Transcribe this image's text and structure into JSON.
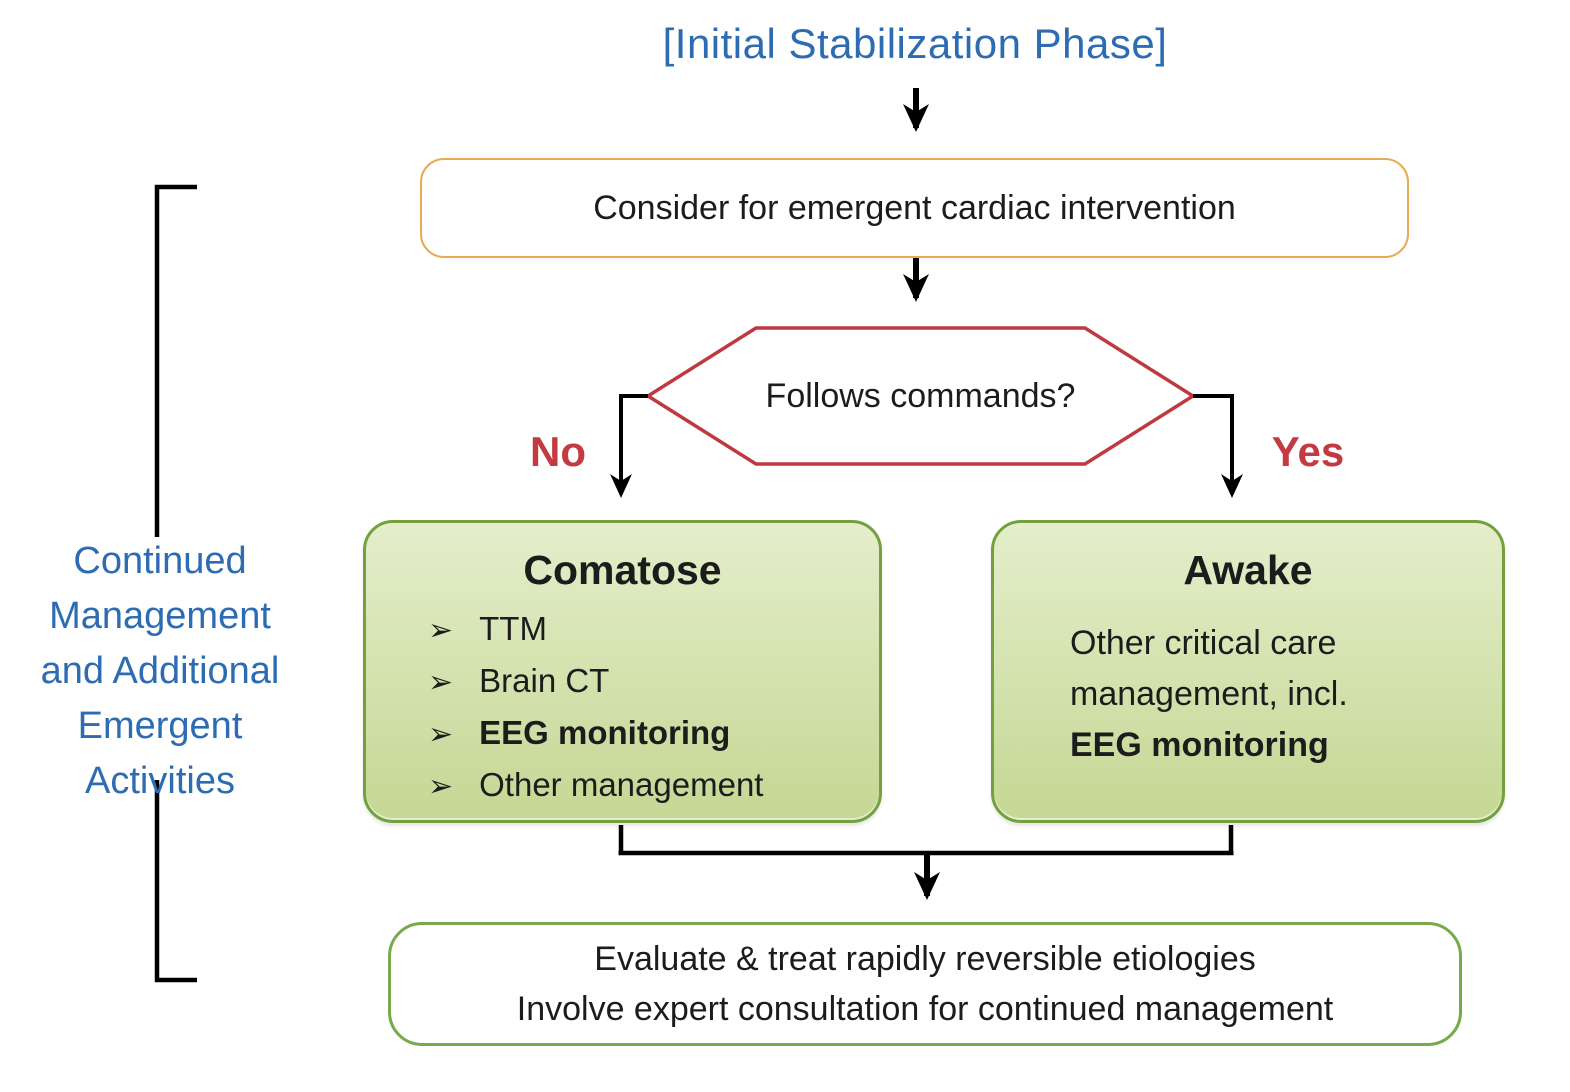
{
  "diagram": {
    "title": "[Initial Stabilization Phase]",
    "side_label": {
      "lines": [
        "Continued",
        "Management",
        "and Additional",
        "Emergent",
        "Activities"
      ]
    },
    "consider_box_label": "Consider for emergent cardiac intervention",
    "decision_label": "Follows commands?",
    "branch_no": "No",
    "branch_yes": "Yes",
    "comatose_box": {
      "title": "Comatose",
      "bullet": "➢",
      "items": [
        {
          "text": "TTM"
        },
        {
          "text": "Brain CT"
        },
        {
          "text": "EEG monitoring"
        },
        {
          "text": "Other management"
        }
      ]
    },
    "awake_box": {
      "title": "Awake",
      "line1": "Other critical care",
      "line2": "management, incl.",
      "line3": "EEG monitoring"
    },
    "bottom_box": {
      "line1": "Evaluate & treat rapidly reversible etiologies",
      "line2": "Involve expert consultation for continued management"
    },
    "colors": {
      "blue": "#2d6cb3",
      "orange": "#eaa956",
      "red": "#bf3a40",
      "red_label": "#c33b41",
      "green_border": "#74a03e",
      "green_fill_top": "#e4eecb",
      "green_fill_bottom": "#c5d794",
      "bottom_border": "#78a94c"
    }
  }
}
